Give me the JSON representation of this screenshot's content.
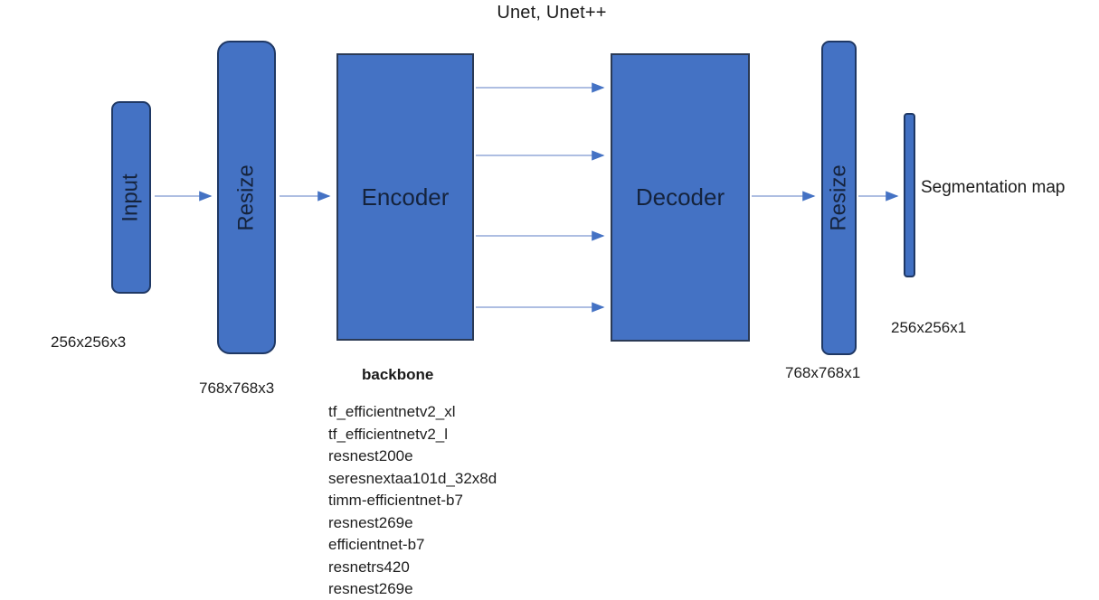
{
  "title": "Unet, Unet++",
  "colors": {
    "block_fill": "#4472C4",
    "rounded_border": "#1F3864",
    "rect_border": "#2B3A55",
    "arrow_line": "#94A9D9",
    "arrow_head": "#4472C4",
    "text_dark": "#15233C"
  },
  "nodes": {
    "input": {
      "label": "Input",
      "dims": "256x256x3"
    },
    "resize_pre": {
      "label": "Resize",
      "dims": "768x768x3"
    },
    "encoder": {
      "label": "Encoder"
    },
    "decoder": {
      "label": "Decoder"
    },
    "resize_post": {
      "label": "Resize",
      "dims": "768x768x1"
    },
    "segmentation_map": {
      "label": "Segmentation map",
      "dims": "256x256x1"
    }
  },
  "backbone": {
    "header": "backbone",
    "items": [
      "tf_efficientnetv2_xl",
      "tf_efficientnetv2_l",
      "resnest200e",
      "seresnextaa101d_32x8d",
      "timm-efficientnet-b7",
      "resnest269e",
      "efficientnet-b7",
      "resnetrs420",
      "resnest269e"
    ]
  }
}
